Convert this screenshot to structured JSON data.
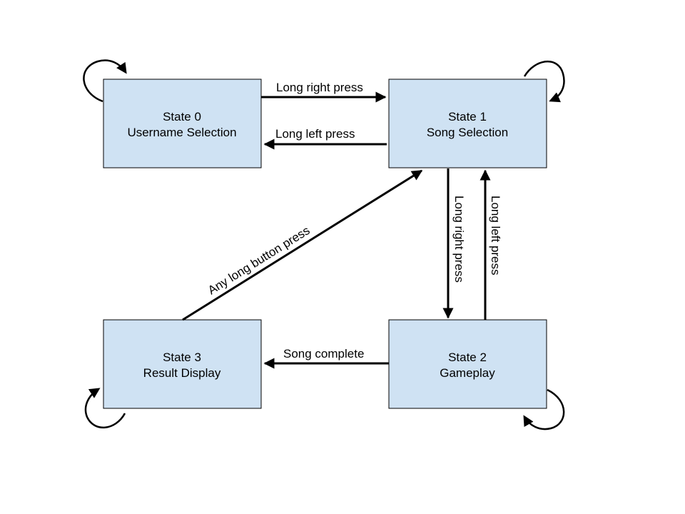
{
  "diagram": {
    "type": "state-machine",
    "colors": {
      "state_fill": "#cfe2f3",
      "stroke": "#000000"
    },
    "states": [
      {
        "id": "s0",
        "title": "State 0",
        "subtitle": "Username Selection"
      },
      {
        "id": "s1",
        "title": "State 1",
        "subtitle": "Song Selection"
      },
      {
        "id": "s2",
        "title": "State 2",
        "subtitle": "Gameplay"
      },
      {
        "id": "s3",
        "title": "State 3",
        "subtitle": "Result Display"
      }
    ],
    "transitions": [
      {
        "from": "s0",
        "to": "s1",
        "label": "Long right press"
      },
      {
        "from": "s1",
        "to": "s0",
        "label": "Long left press"
      },
      {
        "from": "s1",
        "to": "s2",
        "label": "Long right press"
      },
      {
        "from": "s2",
        "to": "s1",
        "label": "Long left press"
      },
      {
        "from": "s2",
        "to": "s3",
        "label": "Song complete"
      },
      {
        "from": "s3",
        "to": "s1",
        "label": "Any long button press"
      }
    ],
    "self_loops": [
      "s0",
      "s1",
      "s2",
      "s3"
    ]
  }
}
